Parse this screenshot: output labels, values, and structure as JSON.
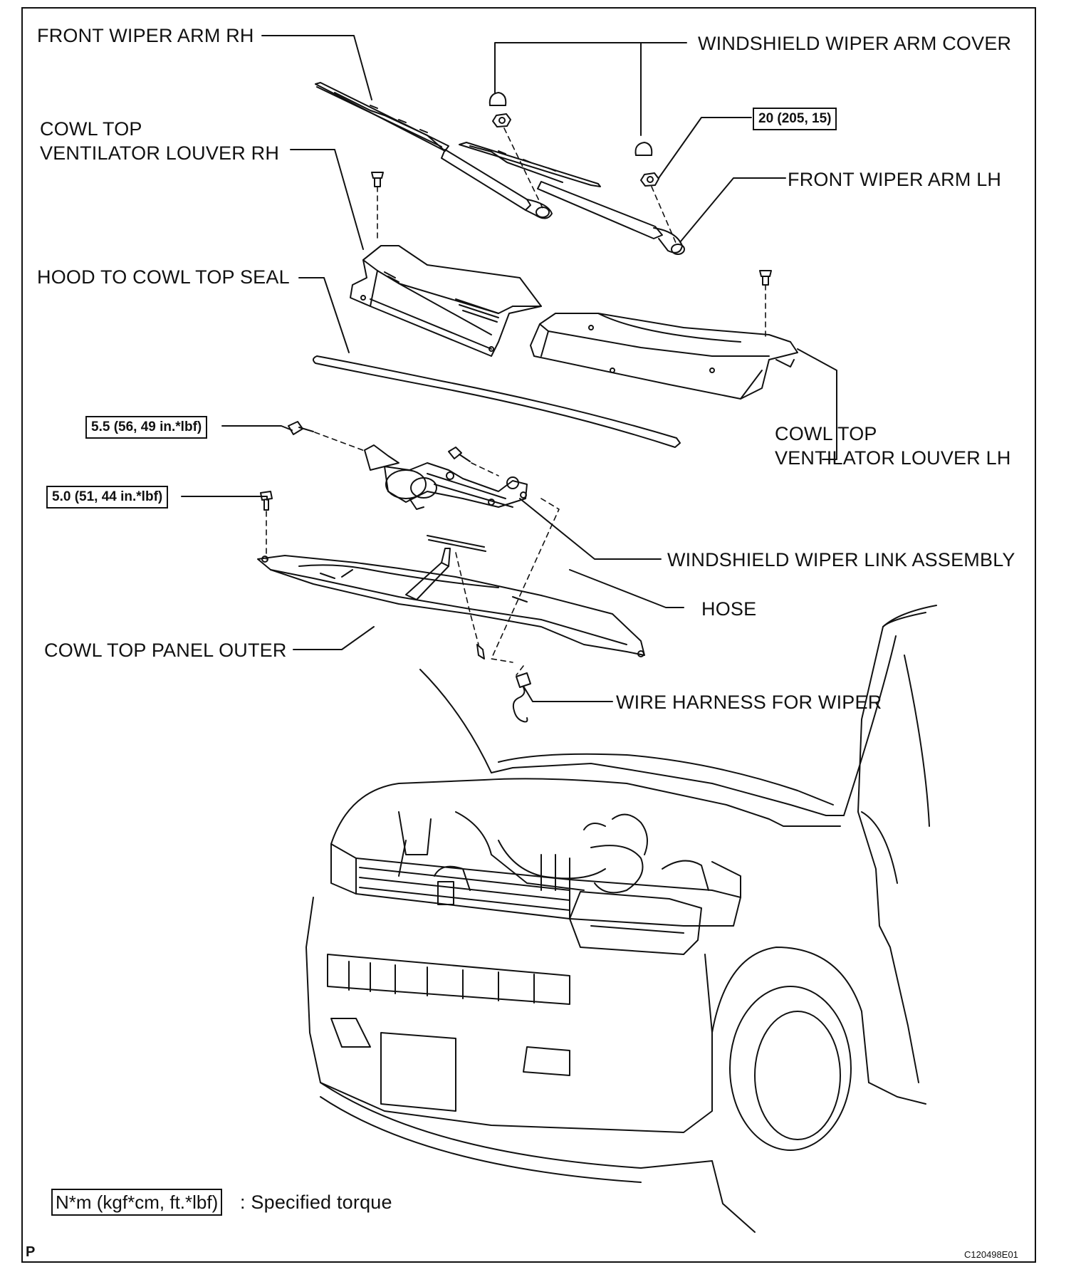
{
  "labels": {
    "front_wiper_arm_rh": "FRONT WIPER ARM RH",
    "windshield_wiper_arm_cover": "WINDSHIELD WIPER ARM COVER",
    "cowl_top_vent_rh_line1": "COWL TOP",
    "cowl_top_vent_rh_line2": "VENTILATOR LOUVER RH",
    "front_wiper_arm_lh": "FRONT WIPER ARM LH",
    "hood_to_cowl_top_seal": "HOOD TO COWL TOP SEAL",
    "cowl_top_vent_lh_line1": "COWL TOP",
    "cowl_top_vent_lh_line2": "VENTILATOR LOUVER LH",
    "windshield_wiper_link_assembly": "WINDSHIELD WIPER LINK ASSEMBLY",
    "hose": "HOSE",
    "cowl_top_panel_outer": "COWL TOP PANEL OUTER",
    "wire_harness_for_wiper": "WIRE HARNESS FOR WIPER"
  },
  "torques": {
    "wiper_arm_nut": "20 (205, 15)",
    "link_bolt": "5.5 (56, 49 in.*lbf)",
    "panel_bolt": "5.0 (51, 44 in.*lbf)"
  },
  "legend": {
    "unit_box": "N*m (kgf*cm, ft.*lbf)",
    "text": ": Specified torque"
  },
  "corner_letter": "P",
  "figure_id": "C120498E01"
}
